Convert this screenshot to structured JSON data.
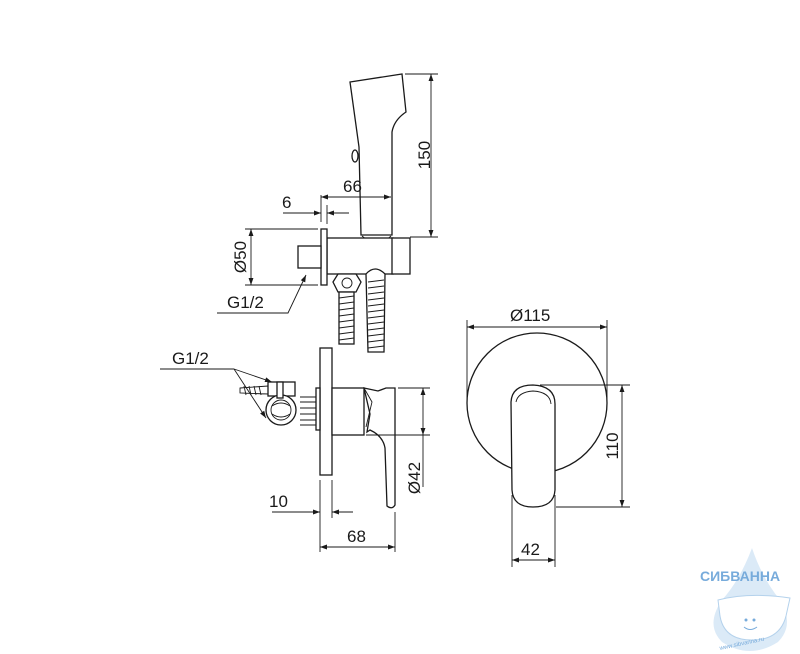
{
  "drawing": {
    "top_view": {
      "height_label": "150",
      "depth_label": "66",
      "plate_thickness_label": "6",
      "plate_diameter_label": "Ø50",
      "thread_label": "G1/2"
    },
    "side_view": {
      "thread_label": "G1/2",
      "plate_thickness_label": "10",
      "depth_label": "68",
      "body_diameter_label": "Ø42"
    },
    "front_view": {
      "plate_diameter_label": "Ø115",
      "handle_height_label": "110",
      "handle_width_label": "42"
    }
  },
  "watermark": {
    "brand": "СИБВАННА",
    "url": "www.sibvanna.ru"
  }
}
